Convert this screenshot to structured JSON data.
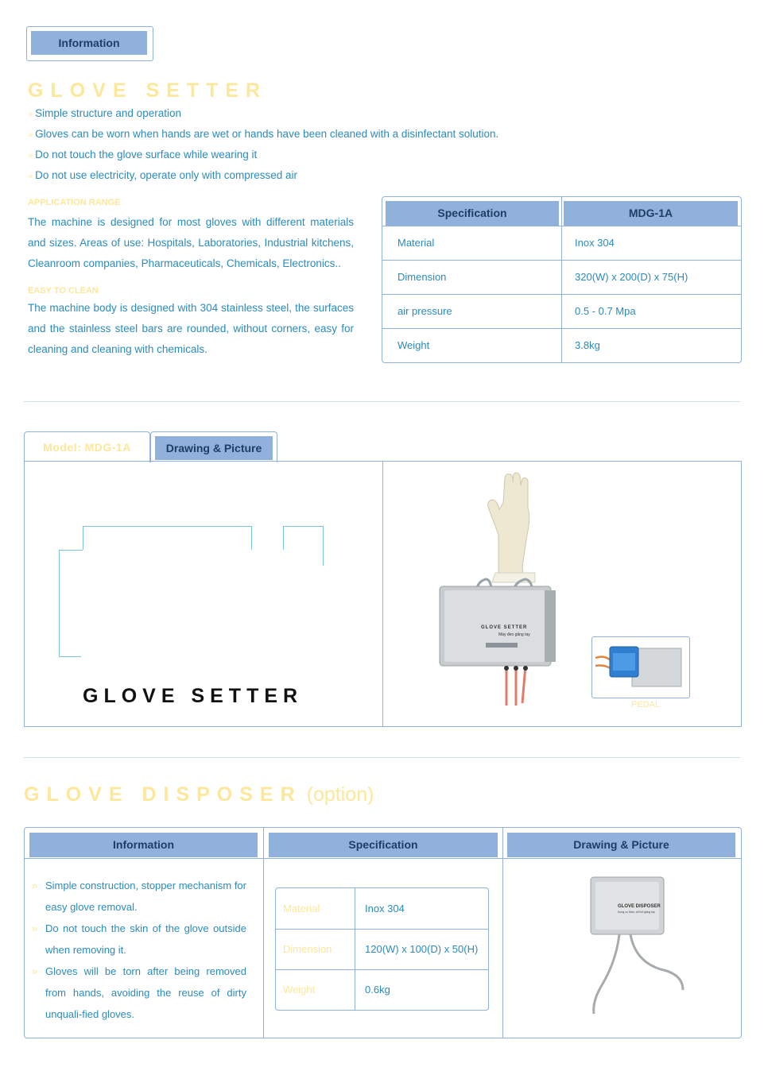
{
  "info_tab": "Information",
  "glove_setter": {
    "title": "GLOVE SETTER",
    "bullets": [
      "Simple structure and operation",
      "Gloves can be worn when hands are wet or hands have been cleaned with a disinfectant solution.",
      "Do not touch the glove surface while wearing it",
      "Do not use electricity, operate only with compressed air"
    ],
    "application_range_heading": "APPLICATION RANGE",
    "application_range_text": "The machine is designed for most gloves with different materials and sizes. Areas of use: Hospitals, Laboratories, Industrial kitchens, Cleanroom companies, Pharmaceuticals, Chemicals, Electronics..",
    "easy_to_clean_heading": "EASY TO CLEAN",
    "easy_to_clean_text": "The machine body is designed with 304 stainless steel, the surfaces and the stainless steel bars are rounded, without corners, easy for cleaning and cleaning with chemicals.",
    "spec_header_label": "Specification",
    "spec_header_model": "MDG-1A",
    "specs": [
      {
        "label": "Material",
        "value": "Inox 304"
      },
      {
        "label": "Dimension",
        "value": "320(W) x 200(D) x 75(H)"
      },
      {
        "label": "air pressure",
        "value": "0.5 - 0.7 Mpa"
      },
      {
        "label": "Weight",
        "value": "3.8kg"
      }
    ]
  },
  "drawing_section": {
    "tab_model": "Model: MDG-1A",
    "tab_drawing": "Drawing & Picture",
    "drawing_caption": "GLOVE SETTER",
    "product_label_line1": "GLOVE SETTER",
    "product_label_line2": "Máy đeo găng tay",
    "pedal_caption": "PEDAL"
  },
  "glove_disposer": {
    "title": "GLOVE DISPOSER",
    "title_suffix": "(option)",
    "col_info": "Information",
    "col_spec": "Specification",
    "col_drawing": "Drawing & Picture",
    "bullets": [
      "Simple construction, stopper mechanism for easy glove removal.",
      "Do not touch the skin of the glove outside when removing it.",
      "Gloves will be torn after being removed from hands, avoiding the reuse of dirty unquali-fied gloves."
    ],
    "specs": [
      {
        "label": "Material",
        "value": "Inox 304"
      },
      {
        "label": "Dimension",
        "value": "120(W) x 100(D) x 50(H)"
      },
      {
        "label": "Weight",
        "value": "0.6kg"
      }
    ],
    "product_label_line1": "GLOVE DISPOSER",
    "product_label_line2": "Dụng cụ tháo, cởi bỏ găng tay"
  },
  "colors": {
    "accent_blue": "#8fb1db",
    "text_blue": "#2a8bbd",
    "title_yellow": "#fde79a",
    "dark_navy": "#1d3f66"
  }
}
